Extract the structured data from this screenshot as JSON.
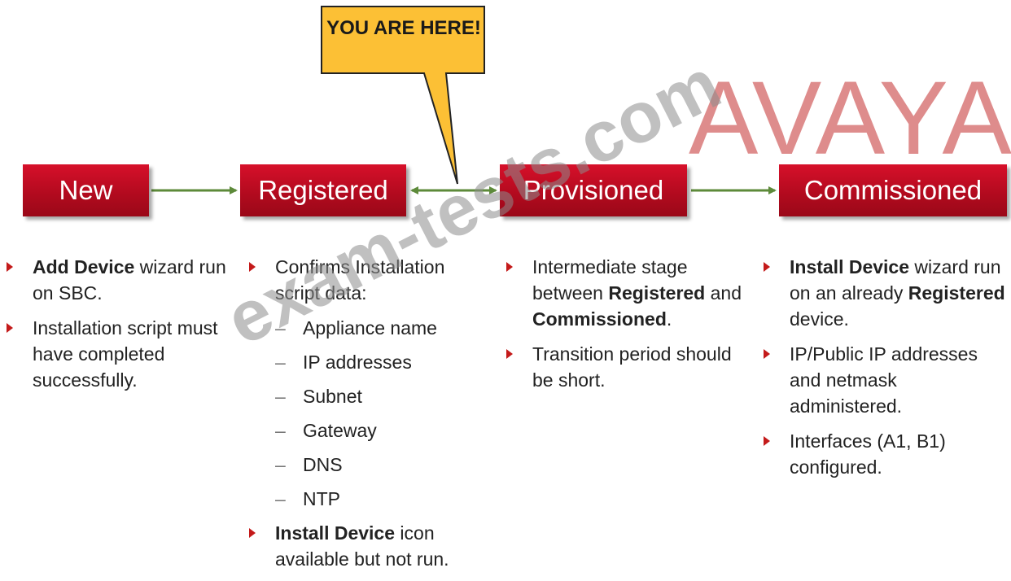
{
  "callout": {
    "text": "YOU ARE HERE!"
  },
  "logo": "AVAYA",
  "watermark": "exam-tests.com",
  "stages": [
    {
      "label": "New"
    },
    {
      "label": "Registered"
    },
    {
      "label": "Provisioned"
    },
    {
      "label": "Commissioned"
    }
  ],
  "colors": {
    "stage_red": "#c0102a",
    "arrow_green": "#5d8a3a",
    "callout_yellow": "#fcc035"
  },
  "columns": {
    "new": {
      "b1": {
        "bold": "Add Device",
        "text": " wizard run on SBC."
      },
      "b2": {
        "text": "Installation script must have completed successfully."
      }
    },
    "registered": {
      "b1": {
        "text": "Confirms Installation script data:"
      },
      "subs": [
        "Appliance name",
        "IP addresses",
        "Subnet",
        "Gateway",
        "DNS",
        "NTP"
      ],
      "b2": {
        "bold": "Install Device",
        "text": " icon available but not run."
      }
    },
    "provisioned": {
      "b1": {
        "t1": "Intermediate stage between ",
        "bold1": "Registered",
        "t2": " and ",
        "bold2": "Commissioned",
        "t3": "."
      },
      "b2": {
        "text": "Transition period should be short."
      }
    },
    "commissioned": {
      "b1": {
        "bold1": "Install Device",
        "t1": " wizard run on an already ",
        "bold2": "Registered",
        "t2": " device."
      },
      "b2": {
        "text": "IP/Public IP addresses and netmask administered."
      },
      "b3": {
        "text": "Interfaces (A1, B1) configured."
      }
    }
  }
}
